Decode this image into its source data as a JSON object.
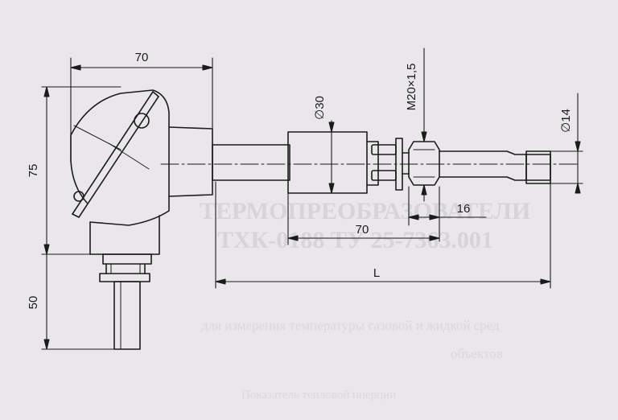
{
  "drawing": {
    "dimensions": {
      "head_width": "70",
      "head_height": "75",
      "neck_height": "50",
      "body_diameter": "∅30",
      "thread": "M20×1,5",
      "tip_diameter": "∅14",
      "thread_length": "16",
      "body_to_thread": "70",
      "immersion_length": "L"
    }
  },
  "colors": {
    "paper": "#e9e7ea",
    "ink": "#1b1b1b",
    "bleed_through": "#d4d2d7"
  }
}
